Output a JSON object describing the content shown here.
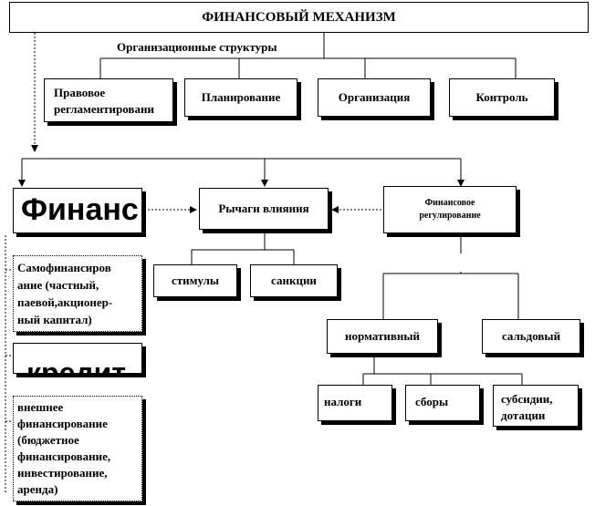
{
  "title": "ФИНАНСОВЫЙ МЕХАНИЗМ",
  "org_structures_label": "Организационные структуры",
  "org_boxes": [
    "Правовое\nрегламентировани",
    "Планирование",
    "Организация",
    "Контроль"
  ],
  "finance_label": "Финанс",
  "levers_label": "Рычаги влияния",
  "fin_regulation_label": "Финансовое\nрегулирование",
  "stimuli_label": "стимулы",
  "sanctions_label": "санкции",
  "self_financing": "Самофинансиров\nание (частный,\nпаевой,акционер-\nный капитал)",
  "credit_label": "кредит",
  "external_financing": "внешнее\nфинансирование\n(бюджетное\nфинансирование,\nинвестирование,\nаренда)",
  "normative_label": "нормативный",
  "balance_label": "сальдовый",
  "taxes_label": "налоги",
  "fees_label": "сборы",
  "subsidies_label": "субсидии,\nдотации"
}
